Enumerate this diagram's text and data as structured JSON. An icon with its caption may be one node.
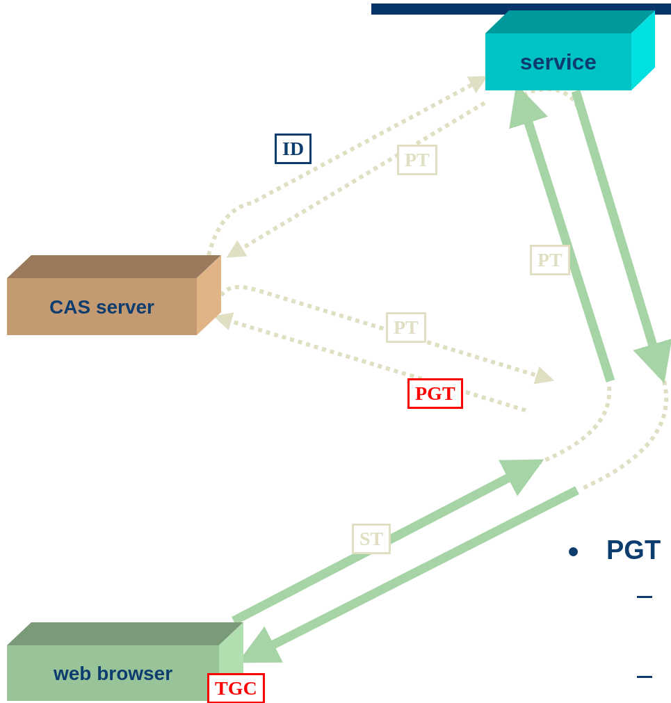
{
  "diagram": {
    "nodes": [
      {
        "text": [
          "service"
        ]
      },
      {
        "text": [
          "CAS server"
        ]
      },
      {
        "text": [
          "web browser"
        ],
        "beside": [
          "TGC"
        ]
      }
    ],
    "edges": [
      {
        "from": 1,
        "to": 0,
        "arrow": "to",
        "label": "ID",
        "style": "dashed",
        "color": "#e0dfc4"
      },
      {
        "from": 0,
        "to": 1,
        "arrow": "to",
        "label": "PT",
        "style": "dashed",
        "color": "#e0dfc4"
      },
      {
        "from": 1,
        "to": null,
        "arrow": "to",
        "label": "PT",
        "style": "dashed",
        "color": "#e0dfc4"
      },
      {
        "from": null,
        "to": 1,
        "arrow": "to",
        "label": "PGT",
        "style": "dashed",
        "color": "#e0dfc4"
      },
      {
        "from": 2,
        "to": null,
        "arrow": "to",
        "label": "ST",
        "style": "thick",
        "color": "#a6d4a6"
      },
      {
        "from": null,
        "to": 0,
        "arrow": "to",
        "label": "PT",
        "style": "thick",
        "color": "#a6d4a6"
      },
      {
        "from": 0,
        "to": null,
        "arrow": "to",
        "style": "thick",
        "color": "#a6d4a6"
      },
      {
        "from": null,
        "to": 2,
        "arrow": "to",
        "style": "thick",
        "color": "#a6d4a6"
      }
    ],
    "labels": [
      "PGT"
    ]
  }
}
